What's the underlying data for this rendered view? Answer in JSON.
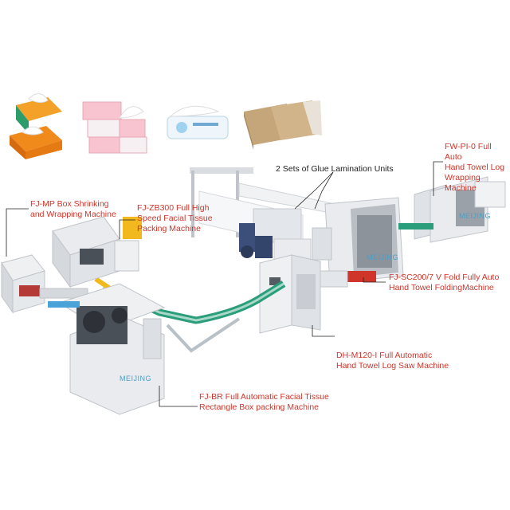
{
  "labels": {
    "glue_units": "2 Sets of Glue Lamination Units",
    "fw_pi": "FW-PI-0 Full Auto\nHand Towel Log\nWrapping Machine",
    "fj_mp": "FJ-MP Box Shrinking\nand Wrapping Machine",
    "fj_zb300": "FJ-ZB300 Full High\nSpeed Facial Tissue\nPacking Machine",
    "fj_sc200": "FJ-SC200/7 V Fold  Fully Auto\nHand Towel FoldingMachine",
    "dh_m120": "DH-M120-I Full Automatic\nHand Towel Log Saw Machine",
    "fj_br": "FJ-BR Full Automatic Facial Tissue\nRectangle Box packing Machine"
  },
  "brand": "MEIJING",
  "colors": {
    "label_red": "#d0352a",
    "leader": "#222222",
    "machine_body": "#e9ebee",
    "machine_shade": "#c9cdd3",
    "conveyor_green": "#2a9d7a",
    "accent_yellow": "#f2b91e",
    "motor_blue": "#3b4f7a"
  },
  "products": [
    "orange-tissue-box-icon",
    "pink-tissue-pack-icon",
    "soft-tissue-pack-icon",
    "brown-paper-towel-icon"
  ]
}
